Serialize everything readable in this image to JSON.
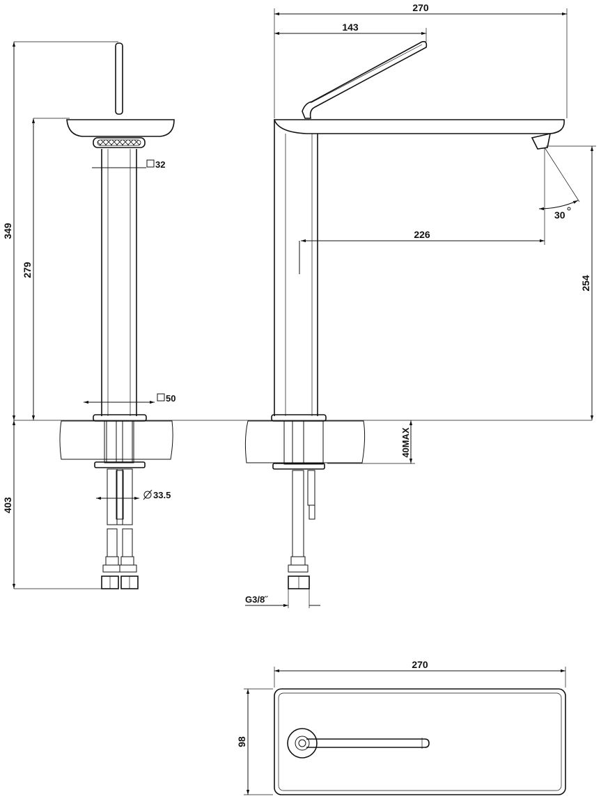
{
  "colors": {
    "ink": "#111111",
    "paper": "#ffffff"
  },
  "dimensions": {
    "total_height": "349",
    "body_height": "279",
    "stem_square": "32",
    "base_square": "50",
    "tail_length": "403",
    "tail_diameter": "33.5",
    "overall_width_side": "270",
    "handle_reach": "143",
    "spout_reach": "226",
    "spout_height": "254",
    "spout_angle": "30",
    "deck_thickness": "40MAX",
    "connector_thread": "G3/8˝",
    "overall_width_top": "270",
    "plate_depth": "98"
  }
}
